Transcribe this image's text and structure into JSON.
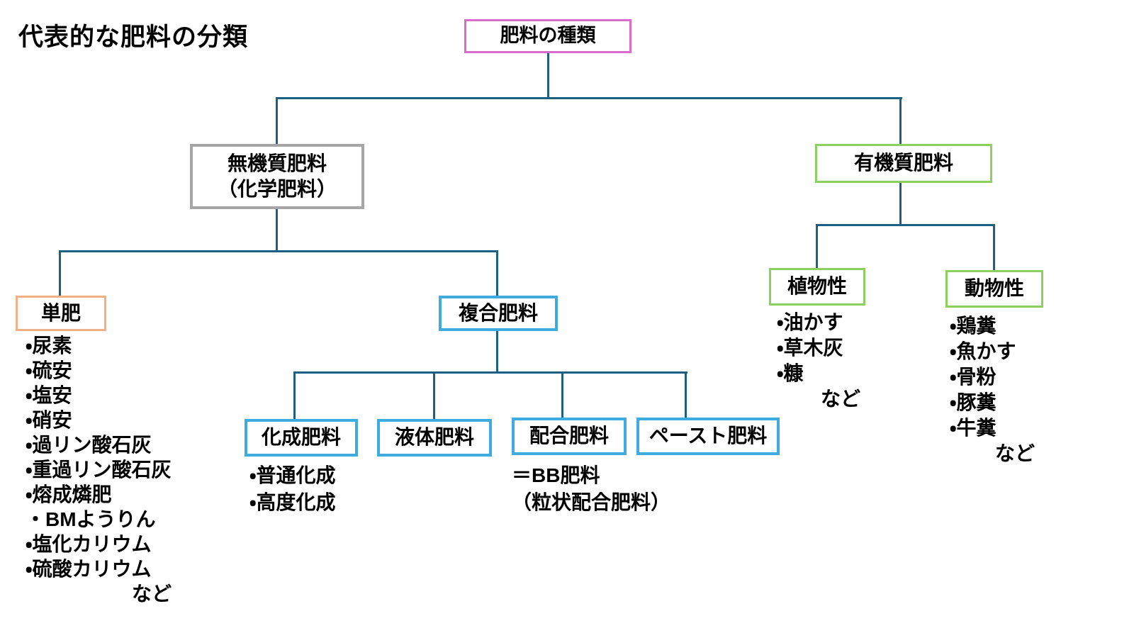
{
  "title": "代表的な肥料の分類",
  "colors": {
    "line": "#1f5f82",
    "root_border": "#d96bca",
    "inorganic_border": "#a6a6a6",
    "organic_border": "#8ed05f",
    "tanpi_border": "#f2b184",
    "compound_border": "#3fabde",
    "text": "#000000",
    "background": "#ffffff"
  },
  "nodes": {
    "root": {
      "label": "肥料の種類"
    },
    "inorganic": {
      "label": "無機質肥料",
      "sublabel": "（化学肥料）"
    },
    "organic": {
      "label": "有機質肥料"
    },
    "tanpi": {
      "label": "単肥",
      "items": [
        "・尿素",
        "・硫安",
        "・塩安",
        "・硝安",
        "・過リン酸石灰",
        "・重過リン酸石灰",
        "・熔成燐肥",
        "・BMようりん",
        "・塩化カリウム",
        "・硫酸カリウム"
      ],
      "etc": "など"
    },
    "fukugo": {
      "label": "複合肥料"
    },
    "kasei": {
      "label": "化成肥料",
      "items": [
        "・普通化成",
        "・高度化成"
      ]
    },
    "ekitai": {
      "label": "液体肥料"
    },
    "haigo": {
      "label": "配合肥料",
      "notes": [
        "＝BB肥料",
        "（粒状配合肥料）"
      ]
    },
    "paste": {
      "label": "ペースト肥料"
    },
    "plant": {
      "label": "植物性",
      "items": [
        "・油かす",
        "・草木灰",
        "・糠"
      ],
      "etc": "など"
    },
    "animal": {
      "label": "動物性",
      "items": [
        "・鶏糞",
        "・魚かす",
        "・骨粉",
        "・豚糞",
        "・牛糞"
      ],
      "etc": "など"
    }
  }
}
